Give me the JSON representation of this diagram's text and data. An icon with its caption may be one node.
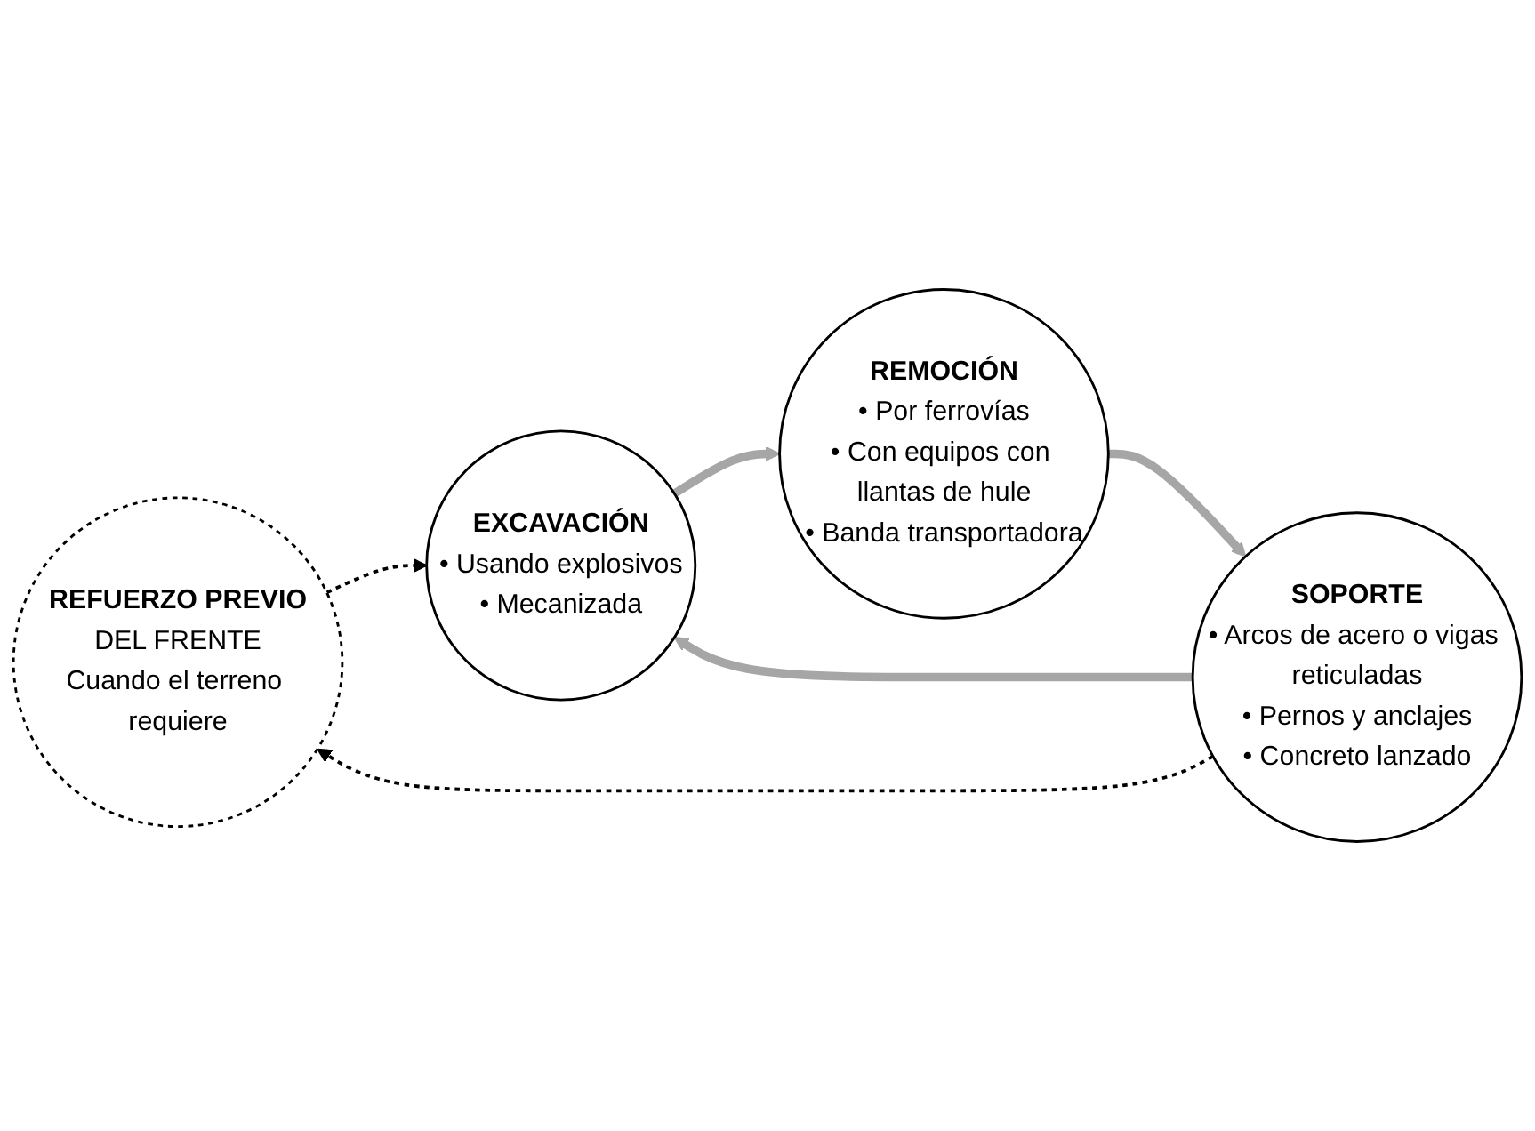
{
  "diagram": {
    "nodes": [
      {
        "text": [
          "REFUERZO PREVIO",
          "DEL FRENTE",
          "Cuando el terreno requiere"
        ]
      },
      {
        "text": [
          "EXCAVACIÓN",
          "• Usando explosivos",
          "• Mecanizada"
        ]
      },
      {
        "text": [
          "REMOCIÓN",
          "• Por ferrovías",
          "• Con equipos con llantas de hule",
          "• Banda transportadora"
        ]
      },
      {
        "text": [
          "SOPORTE",
          "• Arcos de acero o vigas reticuladas",
          "• Pernos y anclajes",
          "• Concreto lanzado"
        ]
      }
    ],
    "edges": [
      {
        "from": 0,
        "to": 1,
        "arrow": "to",
        "style": "dashed",
        "color": "#000000"
      },
      {
        "from": 1,
        "to": 2,
        "arrow": "to"
      },
      {
        "from": 2,
        "to": 3,
        "arrow": "to"
      },
      {
        "from": 3,
        "to": 1,
        "arrow": "to"
      },
      {
        "from": 3,
        "to": 0,
        "arrow": "to",
        "style": "dashed",
        "color": "#000000"
      }
    ]
  }
}
